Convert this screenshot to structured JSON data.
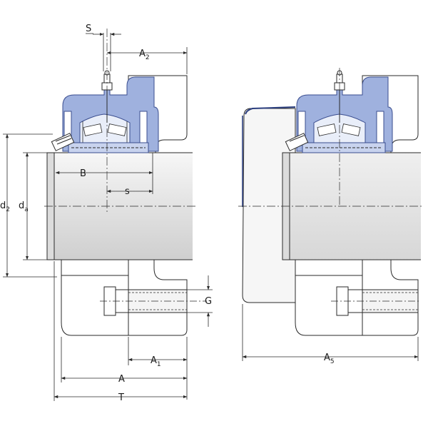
{
  "labels": {
    "S": "S",
    "A2": {
      "main": "A",
      "sub": "2"
    },
    "B": "B",
    "s": "s",
    "d2": {
      "main": "d",
      "sub": "2"
    },
    "da": {
      "main": "d",
      "sub": "a"
    },
    "G": "G",
    "A1": {
      "main": "A",
      "sub": "1"
    },
    "A": "A",
    "T": "T",
    "A5": {
      "main": "A",
      "sub": "5"
    }
  },
  "colors": {
    "housing_fill": "#9fb1de",
    "housing_edge": "#3a4d8f",
    "shaft_fill": "#e6e6e6",
    "cover_fill": "#f2f2f2",
    "line": "#2a2a2a",
    "cover_outline": "#2b3e7e"
  }
}
